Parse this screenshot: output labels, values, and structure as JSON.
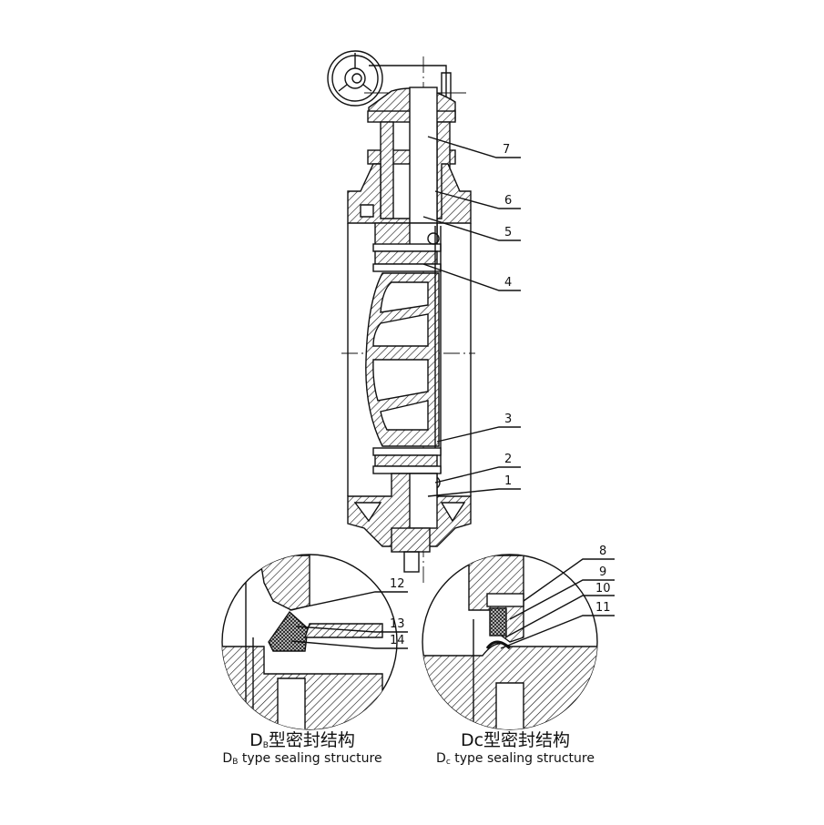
{
  "title": "Butterfly valve sectional drawing",
  "part_labels": [
    "1",
    "2",
    "3",
    "4",
    "5",
    "6",
    "7",
    "8",
    "9",
    "10",
    "11",
    "12",
    "13",
    "14"
  ],
  "details": [
    {
      "prefix": "D",
      "sub": "B",
      "cn": "型密封结构",
      "en_sub": "B",
      "en": " type sealing structure"
    },
    {
      "prefix": "D",
      "sub": "c",
      "cn": "型密封结构",
      "en_sub": "c",
      "en": " type sealing structure"
    }
  ],
  "colors": {
    "line": "#111111",
    "background": "#ffffff"
  }
}
